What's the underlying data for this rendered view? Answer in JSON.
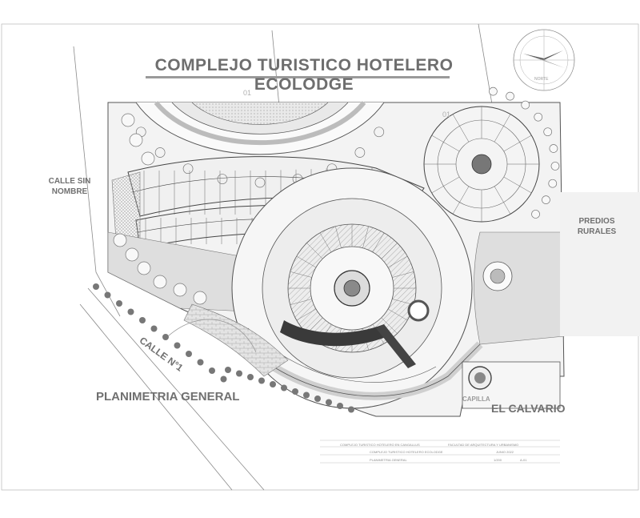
{
  "title": {
    "line1": "COMPLEJO TURISTICO HOTELERO",
    "line2": "ECOLODGE"
  },
  "labels": {
    "calle_sin_nombre": [
      "CALLE SIN",
      "NOMBRE"
    ],
    "predios_rurales": [
      "PREDIOS",
      "RURALES"
    ],
    "calle_no1": "CALLE N°1",
    "planimetria_general": "PLANIMETRIA GENERAL",
    "el_calvario": "EL CALVARIO",
    "capilla": "CAPILLA",
    "north_label": "NORTE",
    "section_mark_a": "01",
    "section_mark_b": "01"
  },
  "title_block": {
    "project": "COMPLEJO TURISTICO HOTELERO EN CANGALLUS",
    "faculty": "FACULTAD DE ARQUITECTURA Y URBANISMO",
    "subtitle": "COMPLEJO TURISTICO HOTELERO ECOLODGE",
    "sheet_name": "PLANIMETRIA GENERAL",
    "date": "JUNIO 2022",
    "scale": "1/200",
    "sheet_no": "A-01"
  },
  "colors": {
    "line": "#4a4a4a",
    "hatch": "#cfcfcf",
    "dark_fill": "#3a3a3a",
    "title_text": "#6e6e6e"
  },
  "icons": {
    "north_arrow": "north-arrow-icon",
    "tree": "tree-icon"
  }
}
